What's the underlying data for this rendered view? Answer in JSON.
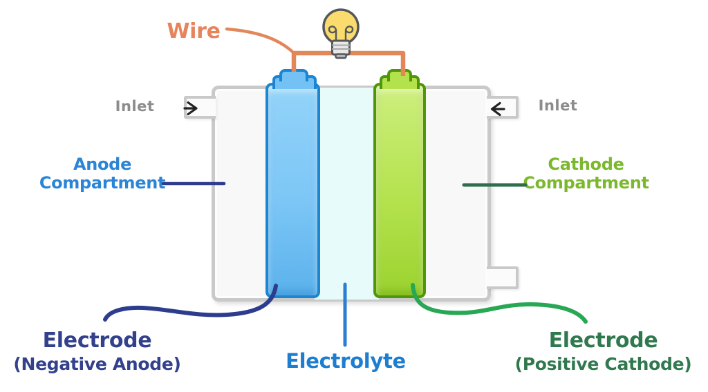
{
  "labels": {
    "wire": "Wire",
    "inlet_left": "Inlet",
    "inlet_right": "Inlet",
    "anode_compartment_line1": "Anode",
    "anode_compartment_line2": "Compartment",
    "cathode_compartment_line1": "Cathode",
    "cathode_compartment_line2": "Compartment",
    "electrode_negative_line1": "Electrode",
    "electrode_negative_line2": "(Negative Anode)",
    "electrolyte": "Electrolyte",
    "electrode_positive_line1": "Electrode",
    "electrode_positive_line2": "(Positive Cathode)"
  },
  "icons": {
    "bulb": "light-bulb-icon",
    "inlet_arrow_left": "arrow-right-icon",
    "inlet_arrow_right": "arrow-left-icon"
  },
  "palette": {
    "wire_orange": "#e2875a",
    "label_wire_orange": "#e8845c",
    "label_blue": "#1d7ecf",
    "label_compartment_blue": "#2b85d4",
    "label_navy": "#33418d",
    "label_green_bright": "#7cb82e",
    "label_green_dark": "#30794f",
    "leader_navy": "#2f3b8c",
    "leader_dark_green": "#2e6e4e",
    "leader_bright_green": "#28a754",
    "leader_electrolyte_blue": "#2b7fd0",
    "inlet_gray": "#8c8c8c",
    "anode_electrode_fill": "#7cc6f6",
    "anode_electrode_border": "#1b85d1",
    "cathode_electrode_fill": "#b4e24d",
    "cathode_electrode_border": "#4f9708",
    "electrolyte_fill": "#e7fbfa",
    "vessel_border": "#c9c9c9",
    "bulb_yellow": "#f9dc6d",
    "arrow_black": "#222222"
  }
}
